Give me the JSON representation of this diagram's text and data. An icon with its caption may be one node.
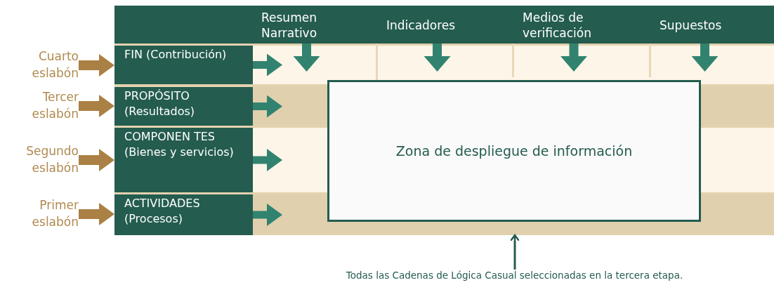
{
  "diagram": {
    "nodes": [
      {
        "text": [
          "Cuarto eslabón"
        ]
      },
      {
        "text": [
          "Tercer eslabón"
        ]
      },
      {
        "text": [
          "Segundo eslabón"
        ]
      },
      {
        "text": [
          "Primer eslabón"
        ]
      },
      {
        "text": [
          "FIN (Contribución)"
        ]
      },
      {
        "text": [
          "PROPÓSITO (Resultados)"
        ]
      },
      {
        "text": [
          "COMPONEN TES (Bienes y servicios)"
        ]
      },
      {
        "text": [
          "ACTIVIDADES (Procesos)"
        ]
      },
      {
        "text": [
          "Resumen Narrativo"
        ]
      },
      {
        "text": [
          "Indicadores"
        ]
      },
      {
        "text": [
          "Medios de verificación"
        ]
      },
      {
        "text": [
          "Supuestos"
        ]
      },
      {
        "text": [],
        "shape": "box"
      },
      {
        "text": [
          "Zona de despliegue de información"
        ],
        "in": 12
      },
      {
        "text": [
          "Todas las Cadenas de Lógica Casual seleccionadas en la tercera etapa."
        ]
      }
    ],
    "edges": [
      {
        "from": 0,
        "to": 4,
        "arrow": "to",
        "color": "#ab8044"
      },
      {
        "from": 1,
        "to": 5,
        "arrow": "to",
        "color": "#ab8044"
      },
      {
        "from": 2,
        "to": 6,
        "arrow": "to",
        "color": "#ab8044"
      },
      {
        "from": 3,
        "to": 7,
        "arrow": "to",
        "color": "#ab8044"
      },
      {
        "from": 4,
        "to": 12,
        "arrow": "to"
      },
      {
        "from": 5,
        "to": 12,
        "arrow": "to"
      },
      {
        "from": 6,
        "to": 12,
        "arrow": "to"
      },
      {
        "from": 7,
        "to": 12,
        "arrow": "to"
      },
      {
        "from": 8,
        "to": 12,
        "arrow": "to"
      },
      {
        "from": 9,
        "to": 12,
        "arrow": "to"
      },
      {
        "from": 10,
        "to": 12,
        "arrow": "to"
      },
      {
        "from": 11,
        "to": 12,
        "arrow": "to"
      },
      {
        "from": 14,
        "to": 12,
        "arrow": "to",
        "color": "#245c4f"
      }
    ]
  }
}
